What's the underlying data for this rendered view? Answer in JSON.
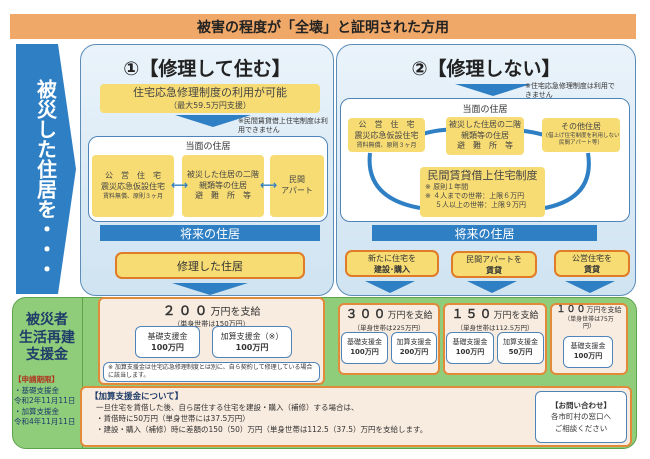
{
  "title": "被害の程度が「全壊」と証明された方用",
  "side_arrow": "被災した住居を・・・",
  "colors": {
    "orange": "#f0a868",
    "blue": "#2f7fc4",
    "yellow": "#f7dc74",
    "green": "#8fcd7a"
  },
  "repair": {
    "heading": "①【修理して住む】",
    "emergency_repair": "住宅応急修理制度の利用が可能",
    "emergency_repair_max": "（最大59.5万円支援）",
    "note": "※民間賃貸借上住宅制度は利用できません",
    "current_title": "当面の住居",
    "current": [
      {
        "line1": "公　営　住　宅",
        "line2": "震災応急仮設住宅",
        "line3": "賃料無償、原則３ヶ月"
      },
      {
        "line1": "被災した住居の二階",
        "line2": "親類等の住居",
        "line3": "避　難　所　等"
      },
      {
        "line1": "民間",
        "line2": "アパート"
      }
    ],
    "future_title": "将来の住居",
    "future": "修理した住居"
  },
  "no_repair": {
    "heading": "②【修理しない】",
    "note": "※住宅応急修理制度は利用できません",
    "current_title": "当面の住居",
    "current": [
      {
        "line1": "公　営　住　宅",
        "line2": "震災応急仮設住宅",
        "line3": "賃料無償、原則３ヶ月"
      },
      {
        "line1": "被災した住居の二階",
        "line2": "親類等の住居",
        "line3": "避　難　所　等"
      },
      {
        "line1": "その他住居",
        "line2": "（借上げ住宅制度を利用しない民間アパート等）"
      }
    ],
    "rental": {
      "title": "民間賃貸借上住宅制度",
      "l1": "※ 原則１年間",
      "l2": "※ ４人までの世帯：上限６万円",
      "l3": "５人以上の世帯：上限９万円"
    },
    "future_title": "将来の住居",
    "future": [
      {
        "l1": "新たに住宅を",
        "l2": "建設･購入"
      },
      {
        "l1": "民間アパートを",
        "l2": "賃貸"
      },
      {
        "l1": "公営住宅を",
        "l2": "賃貸"
      }
    ]
  },
  "support": {
    "label": [
      "被災者",
      "生活再建",
      "支援金"
    ],
    "deadline_title": "【申請期限】",
    "deadlines": [
      "・基礎支援金",
      "令和2年11月11日",
      "・加算支援金",
      "令和4年11月11日"
    ],
    "repair_pay": {
      "amount": "２００",
      "unit": "万円を支給",
      "single": "（単身世帯は150万円）",
      "basic": "基礎支援金",
      "basic_amt": "100万円",
      "add": "加算支援金（※）",
      "add_amt": "100万円",
      "note": "※ 加算支援金は住宅応急修理制度とは別に、自ら契約して修理している場合に該当します。"
    },
    "payments": [
      {
        "amount": "３００",
        "unit": "万円を支給",
        "single": "（単身世帯は225万円）",
        "basic": "基礎支援金",
        "basic_amt": "100万円",
        "add": "加算支援金",
        "add_amt": "200万円"
      },
      {
        "amount": "１５０",
        "unit": "万円を支給",
        "single": "（単身世帯は112.5万円）",
        "basic": "基礎支援金",
        "basic_amt": "100万円",
        "add": "加算支援金",
        "add_amt": "50万円"
      },
      {
        "amount": "１００",
        "unit": "万円を支給",
        "single": "（単身世帯は75万円）",
        "basic": "基礎支援金",
        "basic_amt": "100万円"
      }
    ],
    "addition": {
      "title": "【加算支援金について】",
      "l1": "一旦住宅を賃借した後、自ら居住する住宅を建設・購入（補修）する場合は、",
      "l2": "・賃借時に50万円（単身世帯には37.5万円）",
      "l3": "・建設・購入（補修）時に差額の150（50）万円（単身世帯は112.5（37.5）万円を支給します。"
    },
    "contact": {
      "title": "【お問い合わせ】",
      "l1": "各市町村の窓口へ",
      "l2": "ご相談ください"
    }
  }
}
